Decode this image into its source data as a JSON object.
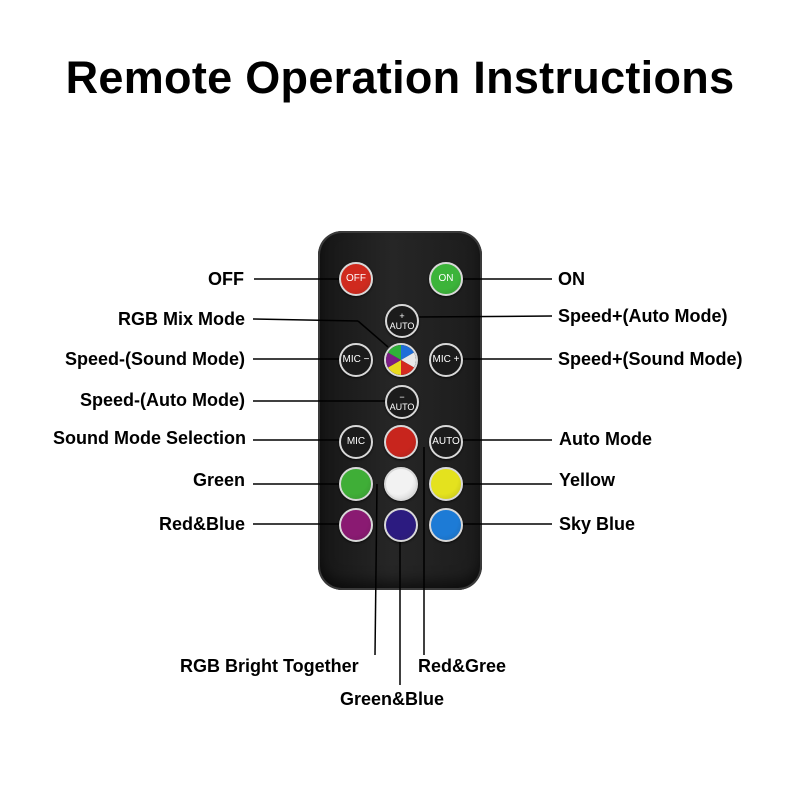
{
  "title": "Remote Operation Instructions",
  "labels": {
    "off": "OFF",
    "on": "ON",
    "rgb_mix_mode": "RGB Mix Mode",
    "speed_plus_auto": "Speed+(Auto Mode)",
    "speed_minus_sound": "Speed-(Sound Mode)",
    "speed_plus_sound": "Speed+(Sound Mode)",
    "speed_minus_auto": "Speed-(Auto Mode)",
    "sound_mode_selection": "Sound Mode Selection",
    "auto_mode": "Auto Mode",
    "green": "Green",
    "yellow": "Yellow",
    "red_blue": "Red&Blue",
    "sky_blue": "Sky Blue",
    "rgb_bright_together": "RGB Bright Together",
    "red_gree": "Red&Gree",
    "green_blue": "Green&Blue"
  },
  "buttons": {
    "off": "OFF",
    "on": "ON",
    "speed_plus_top": "+",
    "speed_plus_bottom": "AUTO",
    "mic_minus": "MIC −",
    "mic_plus": "MIC +",
    "speed_minus_top": "−",
    "speed_minus_bottom": "AUTO",
    "mic": "MIC",
    "auto": "AUTO"
  },
  "colors": {
    "off": "#d02a1e",
    "on": "#3cb43a",
    "red": "#c8251d",
    "green": "#3fae37",
    "white": "#f2f2f2",
    "yellow": "#e4e21e",
    "magenta": "#8a1a72",
    "indigo": "#2c1b80",
    "sky_blue": "#1d7bd6"
  },
  "icons": {
    "mix": "rgb-color-wheel-icon"
  }
}
